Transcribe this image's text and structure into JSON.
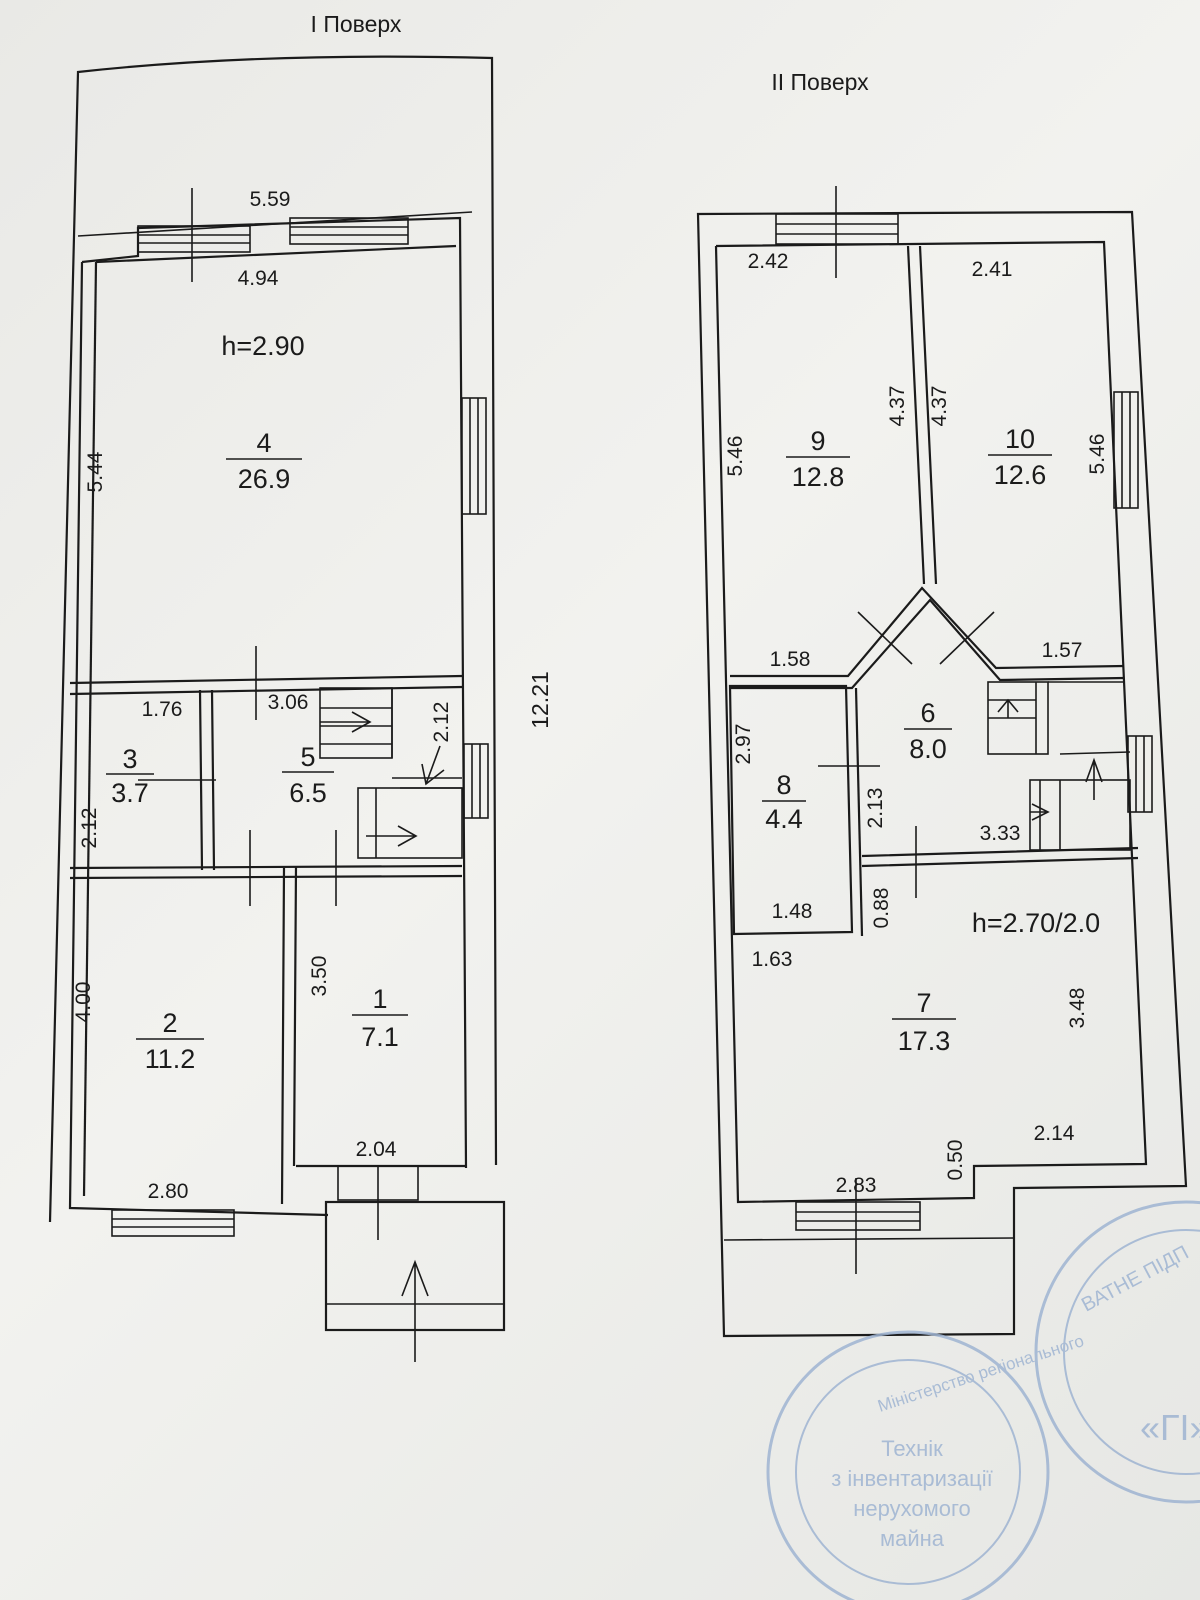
{
  "floors": [
    {
      "title": "I Поверх",
      "height_note": "h=2.90",
      "overall_dimension": "12.21"
    },
    {
      "title": "II Поверх",
      "height_note": "h=2.70/2.0"
    }
  ],
  "rooms": [
    {
      "number": "1",
      "area": "7.1"
    },
    {
      "number": "2",
      "area": "11.2"
    },
    {
      "number": "3",
      "area": "3.7"
    },
    {
      "number": "4",
      "area": "26.9"
    },
    {
      "number": "5",
      "area": "6.5"
    },
    {
      "number": "6",
      "area": "8.0"
    },
    {
      "number": "7",
      "area": "17.3"
    },
    {
      "number": "8",
      "area": "4.4"
    },
    {
      "number": "9",
      "area": "12.8"
    },
    {
      "number": "10",
      "area": "12.6"
    }
  ],
  "dimensions": {
    "f1": [
      "5.59",
      "4.94",
      "5.44",
      "1.76",
      "3.06",
      "2.12",
      "2.12",
      "4.00",
      "3.50",
      "2.80",
      "2.04"
    ],
    "f2": [
      "2.42",
      "2.41",
      "5.46",
      "4.37",
      "4.37",
      "5.46",
      "1.58",
      "1.57",
      "2.97",
      "2.13",
      "3.33",
      "1.48",
      "0.88",
      "1.63",
      "3.48",
      "0.50",
      "2.14",
      "2.83"
    ]
  },
  "stamp": {
    "left_lines": [
      "Міністерство регіонального",
      "Технік",
      "з інвентаризації",
      "нерухомого",
      "майна"
    ],
    "right_lines": [
      "ВАТНЕ ПІДП",
      "«ГІ»"
    ]
  },
  "colors": {
    "ink": "#1b1b1b",
    "paper": "#eeeeeb",
    "stamp": "#9fb4d2"
  }
}
